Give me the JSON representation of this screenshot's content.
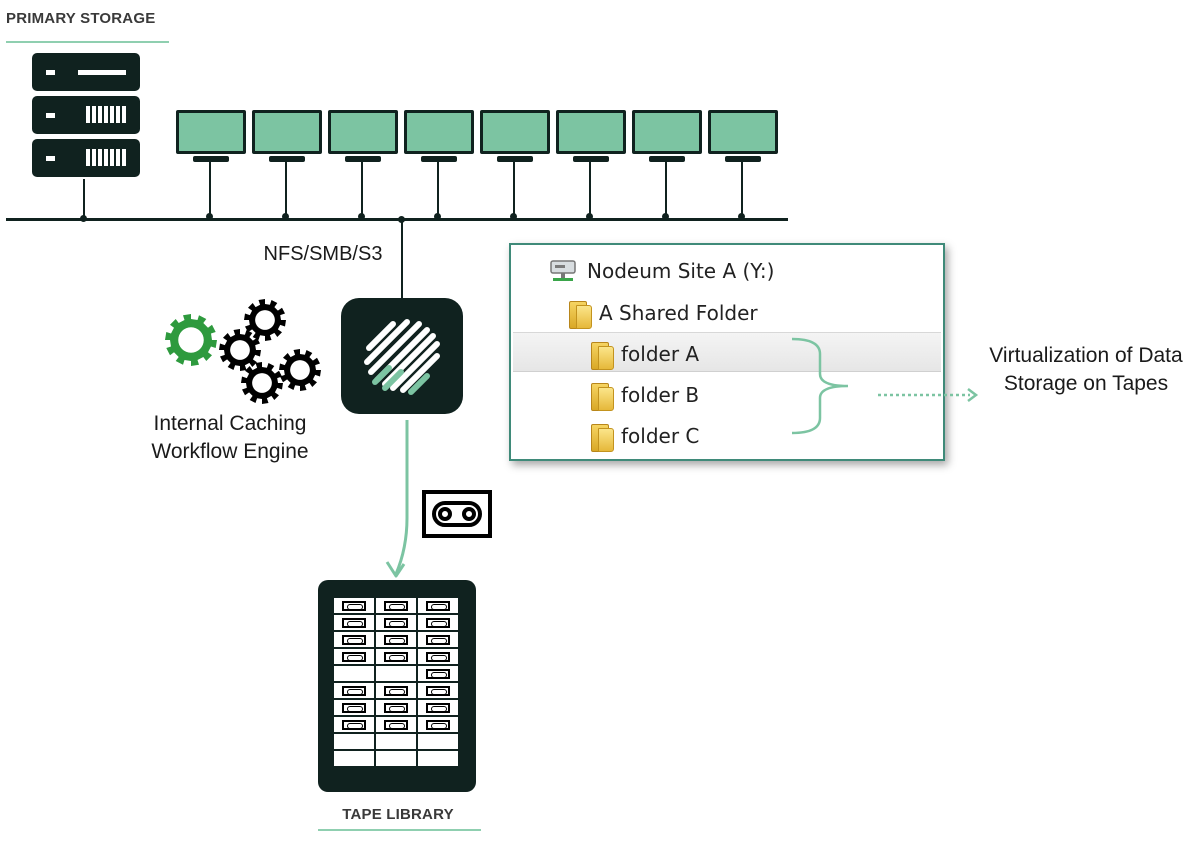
{
  "primary_storage": {
    "heading": "PRIMARY STORAGE"
  },
  "network": {
    "protocol_label": "NFS/SMB/S3",
    "workstation_count": 8
  },
  "engine": {
    "label_line1": "Internal Caching",
    "label_line2": "Workflow Engine"
  },
  "explorer": {
    "drive_label": "Nodeum Site A (Y:)",
    "shared_folder_label": "A Shared Folder",
    "folders": [
      "folder A",
      "folder B",
      "folder C"
    ]
  },
  "annotation": {
    "line1": "Virtualization of Data",
    "line2": "Storage on Tapes"
  },
  "tape_library": {
    "heading": "TAPE LIBRARY",
    "slots": [
      [
        1,
        1,
        1
      ],
      [
        1,
        1,
        1
      ],
      [
        1,
        1,
        1
      ],
      [
        1,
        1,
        1
      ],
      [
        0,
        0,
        1
      ],
      [
        1,
        1,
        1
      ],
      [
        1,
        1,
        1
      ],
      [
        1,
        1,
        1
      ],
      [
        0,
        0,
        0
      ],
      [
        0,
        0,
        0
      ]
    ]
  },
  "colors": {
    "accent": "#7cc4a2",
    "dark": "#10221f",
    "gear_green": "#2e9a3e",
    "frame": "#3f8a79"
  },
  "icons": [
    "server-icon",
    "monitor-icon",
    "gear-icon",
    "nodeum-logo-icon",
    "tape-cassette-icon",
    "drive-icon",
    "folder-icon"
  ]
}
